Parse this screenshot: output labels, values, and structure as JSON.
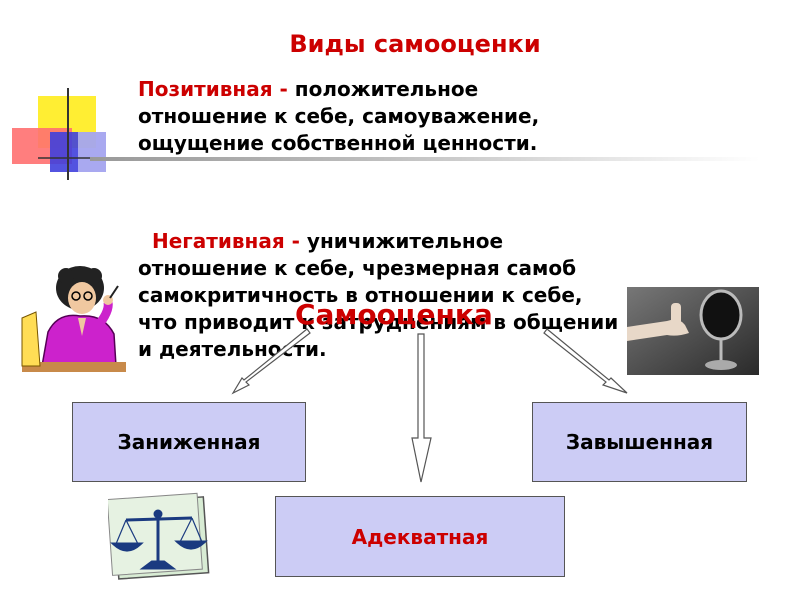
{
  "title": "Виды самооценки",
  "positive": {
    "term": "Позитивная - ",
    "line1": "положительное",
    "line2": "отношение к себе, самоуважение,",
    "line3": "ощущение собственной ценности."
  },
  "negative": {
    "term": "Негативная - ",
    "line1": "уничижительное",
    "line2": "отношение к себе, чрезмерная самоб",
    "line3": "самокритичность в отношении к себе,",
    "line4": "что приводит к затруднениям в общении",
    "line5": "и деятельности."
  },
  "diagram": {
    "center": "Самооценка",
    "low": "Заниженная",
    "high": "Завышенная",
    "adequate": "Адекватная"
  },
  "images": {
    "decor": "colored-squares-icon",
    "woman": "thinking-woman-icon",
    "mirror": "hand-mirror-photo-icon",
    "scales": "balance-scales-icon"
  }
}
